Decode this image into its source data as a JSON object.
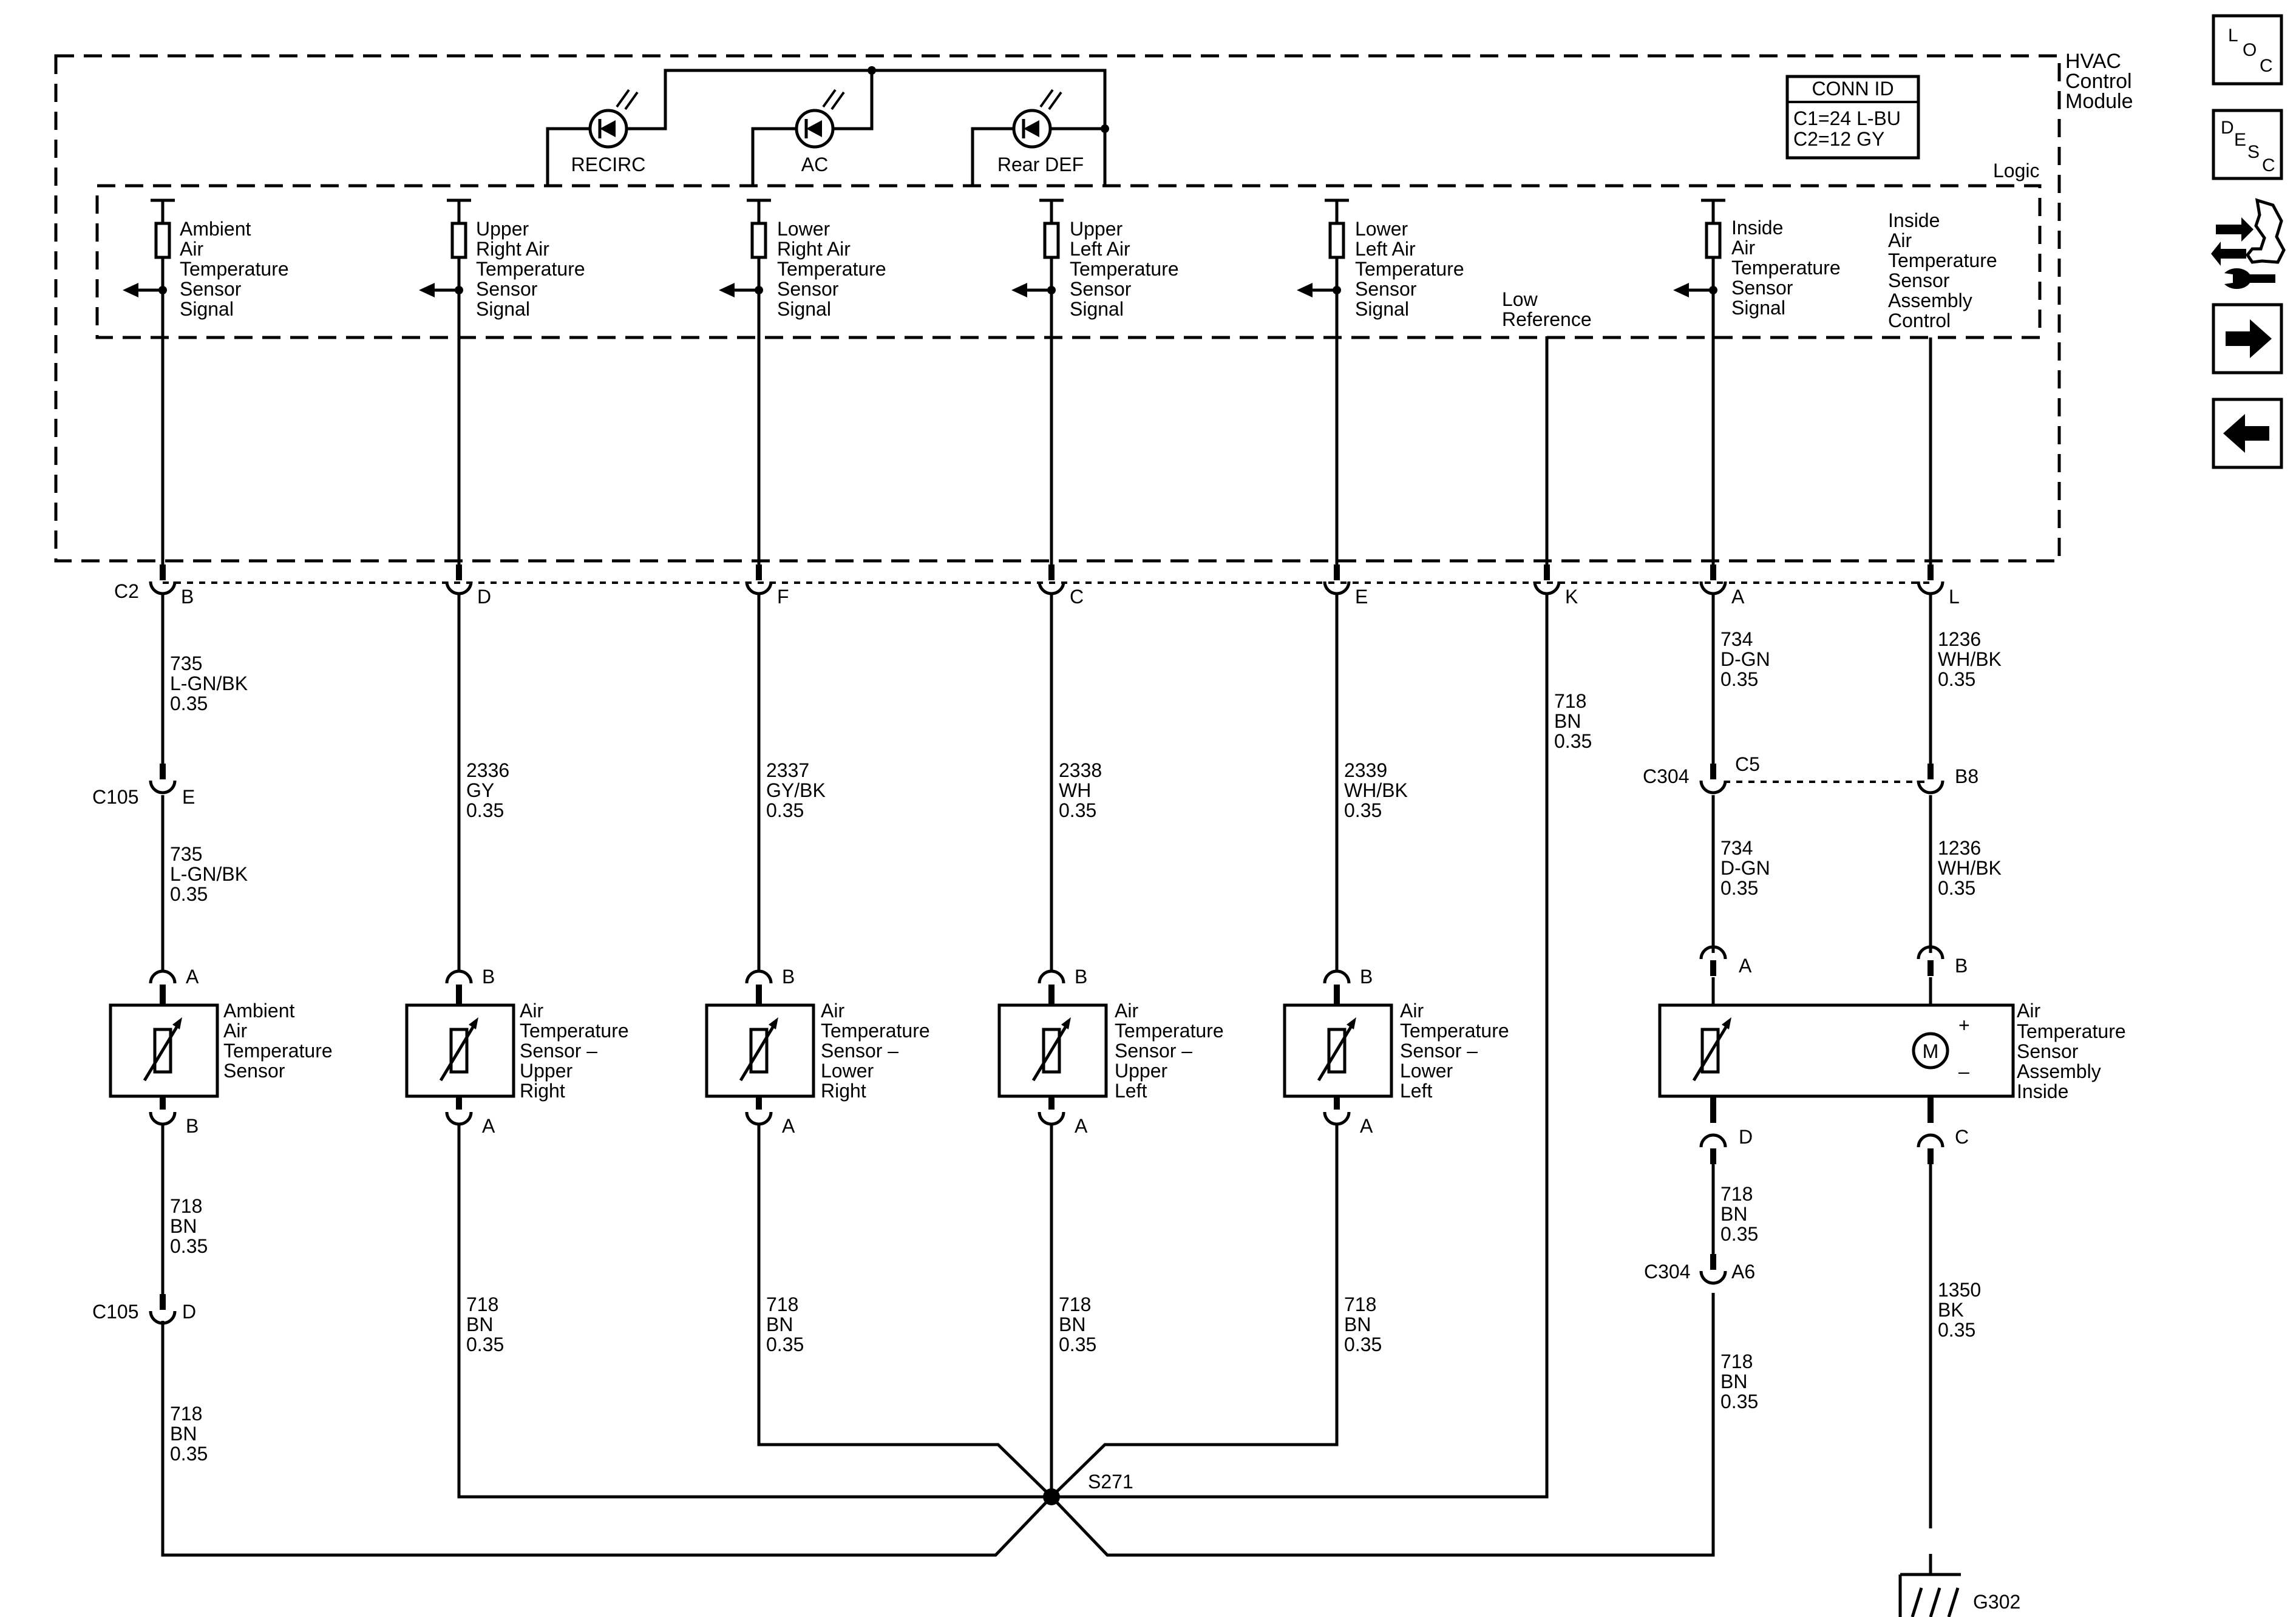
{
  "module": {
    "name_lines": [
      "HVAC",
      "Control",
      "Module"
    ],
    "logic_label": "Logic",
    "conn_id": {
      "title": "CONN ID",
      "lines": [
        "C1=24 L-BU",
        "C2=12 GY"
      ]
    },
    "indicators": [
      {
        "label": "RECIRC"
      },
      {
        "label": "AC"
      },
      {
        "label": "Rear DEF"
      }
    ],
    "signals": [
      {
        "lines": [
          "Ambient",
          "Air",
          "Temperature",
          "Sensor",
          "Signal"
        ]
      },
      {
        "lines": [
          "Upper",
          "Right Air",
          "Temperature",
          "Sensor",
          "Signal"
        ]
      },
      {
        "lines": [
          "Lower",
          "Right Air",
          "Temperature",
          "Sensor",
          "Signal"
        ]
      },
      {
        "lines": [
          "Upper",
          "Left Air",
          "Temperature",
          "Sensor",
          "Signal"
        ]
      },
      {
        "lines": [
          "Lower",
          "Left Air",
          "Temperature",
          "Sensor",
          "Signal"
        ]
      },
      {
        "lines": [
          "Low",
          "Reference"
        ]
      },
      {
        "lines": [
          "Inside",
          "Air",
          "Temperature",
          "Sensor",
          "Signal"
        ]
      },
      {
        "lines": [
          "Inside",
          "Air",
          "Temperature",
          "Sensor",
          "Assembly",
          "Control"
        ]
      }
    ],
    "connector": "C2",
    "pins": [
      "B",
      "D",
      "F",
      "C",
      "E",
      "K",
      "A",
      "L"
    ]
  },
  "wires_upper": [
    [
      "735",
      "L-GN/BK",
      "0.35"
    ],
    [
      "2336",
      "GY",
      "0.35"
    ],
    [
      "2337",
      "GY/BK",
      "0.35"
    ],
    [
      "2338",
      "WH",
      "0.35"
    ],
    [
      "2339",
      "WH/BK",
      "0.35"
    ],
    [
      "718",
      "BN",
      "0.35"
    ],
    [
      "734",
      "D-GN",
      "0.35"
    ],
    [
      "1236",
      "WH/BK",
      "0.35"
    ]
  ],
  "inline_connectors": {
    "c105_upper": {
      "name": "C105",
      "pin": "E"
    },
    "c304_upper": {
      "name": "C304",
      "pins": [
        "C5",
        "B8"
      ]
    },
    "c105_lower": {
      "name": "C105",
      "pin": "D"
    },
    "c304_lower": {
      "name": "C304",
      "pin": "A6"
    }
  },
  "wires_mid": [
    [
      "735",
      "L-GN/BK",
      "0.35"
    ],
    [
      "734",
      "D-GN",
      "0.35"
    ],
    [
      "1236",
      "WH/BK",
      "0.35"
    ]
  ],
  "sensors": [
    {
      "lines": [
        "Ambient",
        "Air",
        "Temperature",
        "Sensor"
      ],
      "top_pin": "A",
      "bottom_pin": "B"
    },
    {
      "lines": [
        "Air",
        "Temperature",
        "Sensor –",
        "Upper",
        "Right"
      ],
      "top_pin": "B",
      "bottom_pin": "A"
    },
    {
      "lines": [
        "Air",
        "Temperature",
        "Sensor –",
        "Lower",
        "Right"
      ],
      "top_pin": "B",
      "bottom_pin": "A"
    },
    {
      "lines": [
        "Air",
        "Temperature",
        "Sensor –",
        "Upper",
        "Left"
      ],
      "top_pin": "B",
      "bottom_pin": "A"
    },
    {
      "lines": [
        "Air",
        "Temperature",
        "Sensor –",
        "Lower",
        "Left"
      ],
      "top_pin": "B",
      "bottom_pin": "A"
    }
  ],
  "inside_assembly": {
    "lines": [
      "Air",
      "Temperature",
      "Sensor",
      "Assembly",
      "Inside"
    ],
    "motor_symbol": "M",
    "plus": "+",
    "minus": "–",
    "top_pins": [
      "A",
      "B"
    ],
    "bottom_pins": [
      "D",
      "C"
    ]
  },
  "wires_lower": [
    [
      "718",
      "BN",
      "0.35"
    ],
    [
      "718",
      "BN",
      "0.35"
    ],
    [
      "718",
      "BN",
      "0.35"
    ],
    [
      "718",
      "BN",
      "0.35"
    ],
    [
      "718",
      "BN",
      "0.35"
    ],
    [
      "718",
      "BN",
      "0.35"
    ],
    [
      "718",
      "BN",
      "0.35"
    ],
    [
      "718",
      "BN",
      "0.35"
    ],
    [
      "1350",
      "BK",
      "0.35"
    ]
  ],
  "splice": {
    "name": "S271"
  },
  "ground": {
    "name": "G302"
  },
  "nav": {
    "loc": [
      "L",
      "O",
      "C"
    ],
    "desc": [
      "D",
      "E",
      "S",
      "C"
    ]
  }
}
